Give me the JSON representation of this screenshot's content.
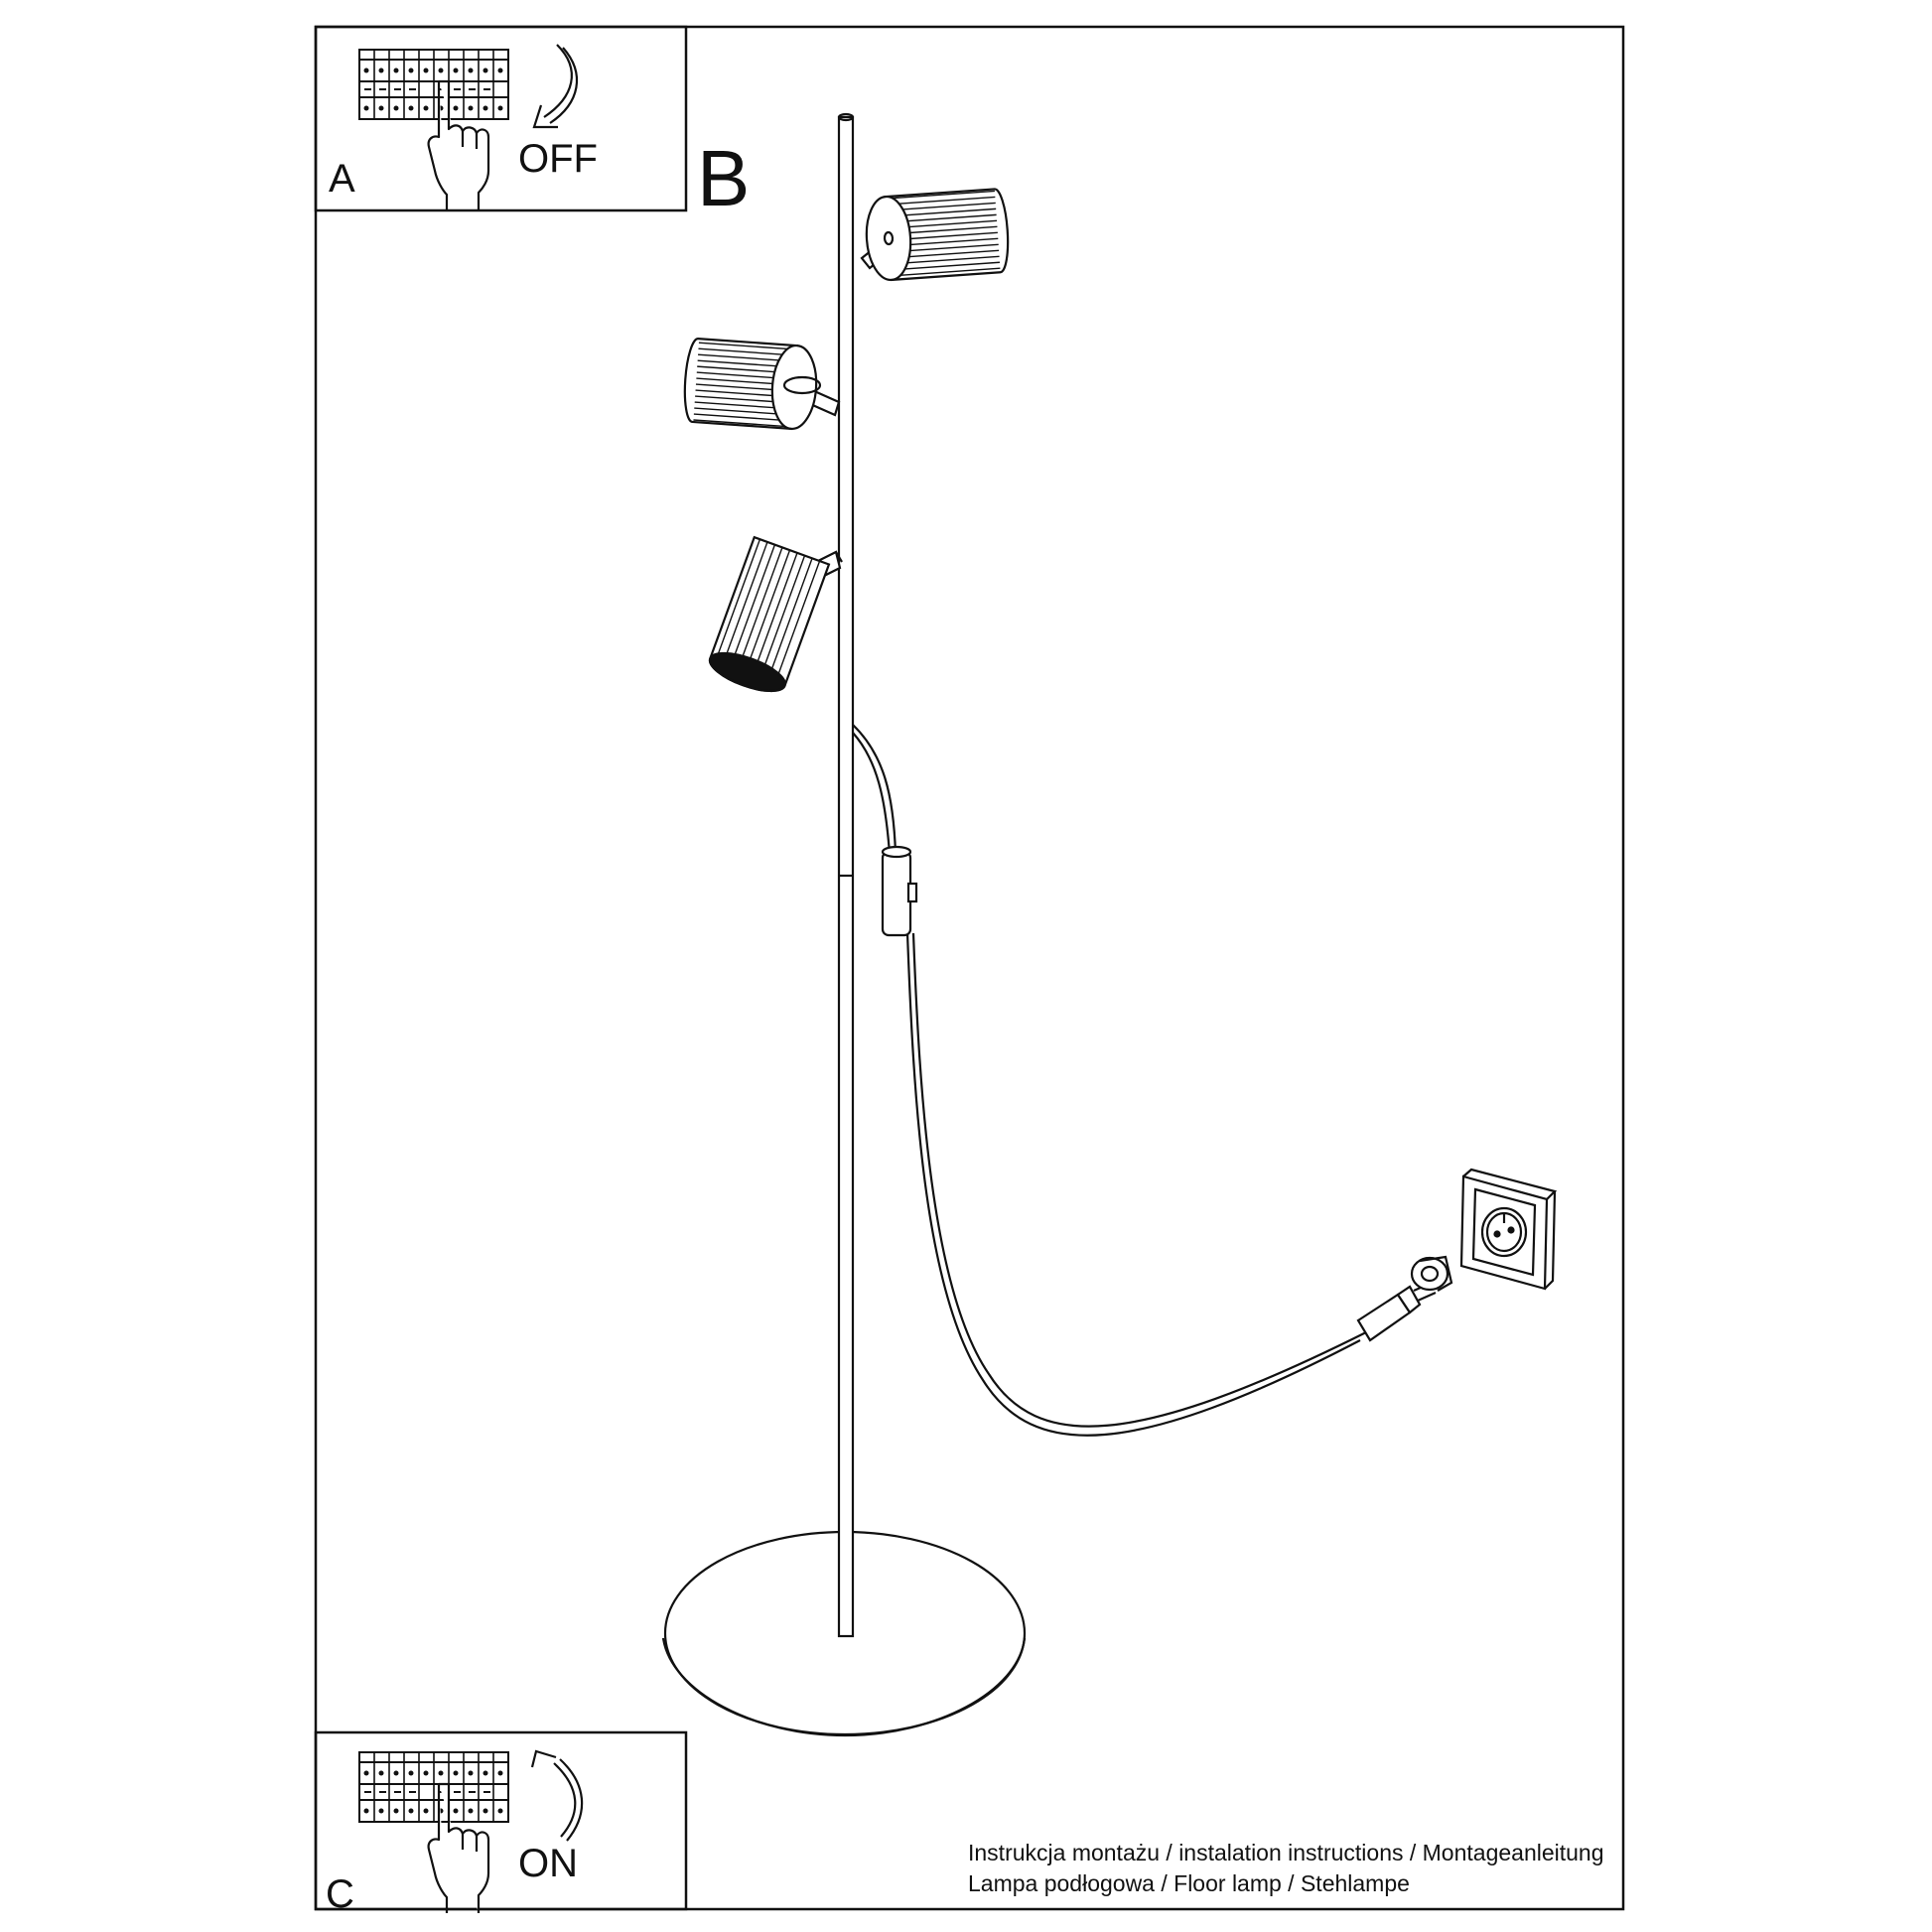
{
  "steps": {
    "a": {
      "letter": "A",
      "state": "OFF"
    },
    "b": {
      "letter": "B"
    },
    "c": {
      "letter": "C",
      "state": "ON"
    }
  },
  "footer": {
    "line1": "Instrukcja montażu / instalation instructions / Montageanleitung",
    "line2": "Lampa podłogowa / Floor lamp / Stehlampe"
  },
  "icons": {
    "breaker": "circuit-breaker-icon",
    "hand": "hand-pointer-icon",
    "arrow_off": "arrow-down-icon",
    "arrow_on": "arrow-up-icon",
    "socket": "wall-socket-icon",
    "plug": "plug-icon"
  },
  "colors": {
    "line": "#111111",
    "background": "#ffffff"
  }
}
